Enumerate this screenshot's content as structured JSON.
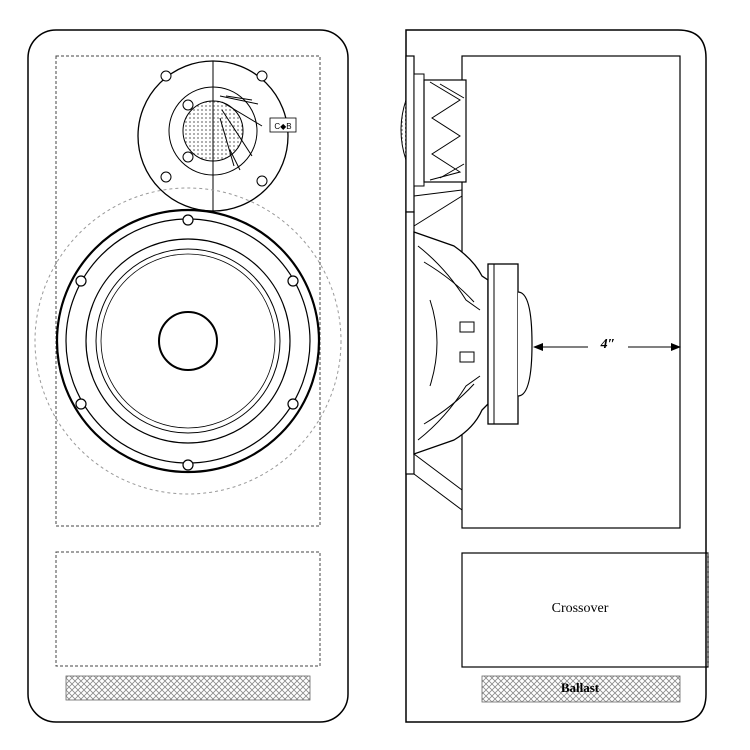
{
  "labels": {
    "depth_dimension": "4″",
    "crossover": "Crossover",
    "ballast": "Ballast",
    "tweeter_logo": "C◆B"
  },
  "colors": {
    "line": "#000000",
    "dashed": "#444444",
    "guide_circle": "#999999",
    "ballast_hatch": "#8a8a8a",
    "background": "#ffffff"
  }
}
